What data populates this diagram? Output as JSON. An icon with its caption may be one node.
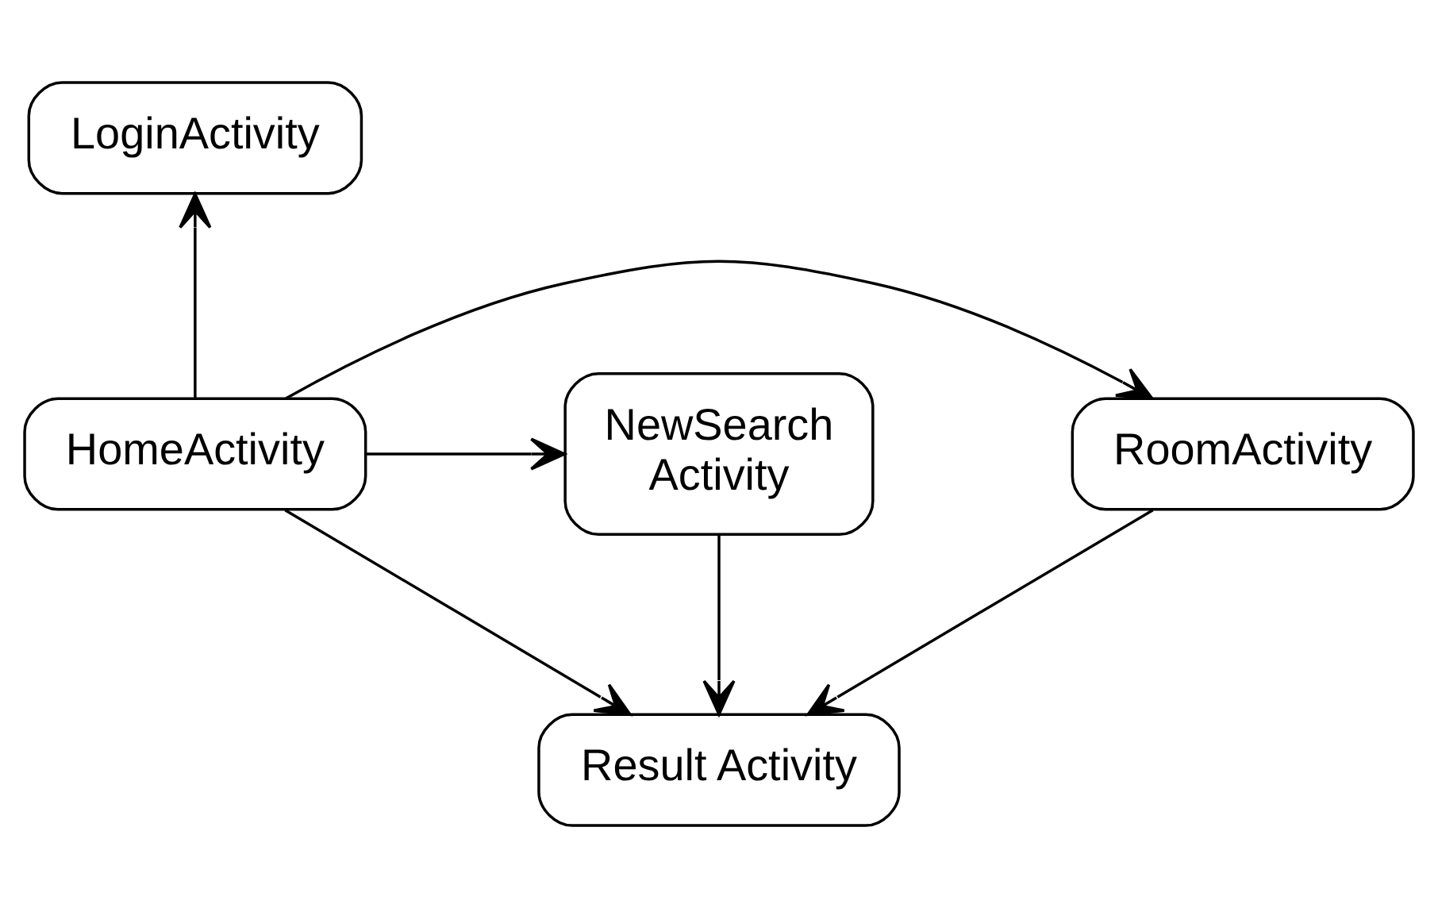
{
  "diagram": {
    "nodes": [
      {
        "text": [
          "LoginActivity"
        ]
      },
      {
        "text": [
          "RoomActivity"
        ]
      },
      {
        "text": [
          "HomeActivity"
        ]
      },
      {
        "text": [
          "NewSearch Activity"
        ]
      },
      {
        "text": [
          "Result Activity"
        ]
      }
    ],
    "edges": [
      {
        "from": 2,
        "to": 0,
        "arrow": "to"
      },
      {
        "from": 2,
        "to": 1,
        "arrow": "to"
      },
      {
        "from": 2,
        "to": 3,
        "arrow": "to"
      },
      {
        "from": 2,
        "to": 4,
        "arrow": "to"
      },
      {
        "from": 1,
        "to": 4,
        "arrow": "to"
      },
      {
        "from": 3,
        "to": 4,
        "arrow": "to"
      }
    ]
  }
}
